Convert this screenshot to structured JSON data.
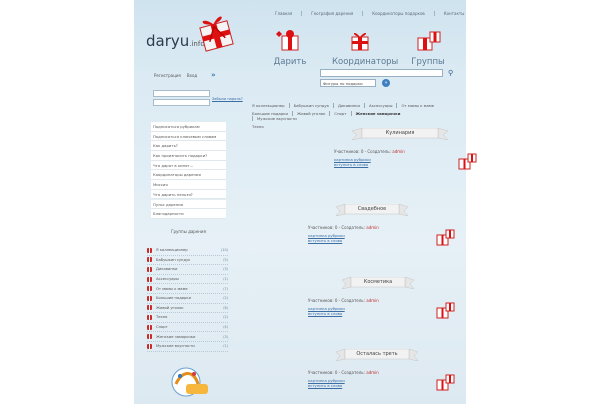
{
  "topnav": [
    "Главная",
    "География дарения",
    "Координаторы подарков",
    "Контакты"
  ],
  "logo": {
    "main": "daryu",
    "suffix": ".info"
  },
  "categories": [
    {
      "label": "Дарить",
      "icon": "gift-heart-icon"
    },
    {
      "label": "Координаторы",
      "icon": "gift-people-icon"
    },
    {
      "label": "Группы",
      "icon": "gift-group-icon"
    }
  ],
  "login": {
    "register": "Регистрация",
    "enter": "Вход",
    "forgot": "Забыли пароль?"
  },
  "search": {
    "select_label": "Фигуры по подарки",
    "go_label": "»"
  },
  "menu": [
    "Подписаться рубрикам",
    "Подписаться ключевым словам",
    "Как дарить?",
    "Как произносить подарки?",
    "Что дарят в кипят...",
    "Координаторы дарения",
    "Миссия",
    "Что дарить нельзя?",
    "Пульс дарения",
    "Благодарности"
  ],
  "groups_title": "Группы дарения",
  "groups": [
    {
      "label": "Я коллекционер",
      "count": "(10)"
    },
    {
      "label": "Бабушкин сундук",
      "count": "(5)"
    },
    {
      "label": "Диковинки",
      "count": "(3)"
    },
    {
      "label": "Аксессуары",
      "count": "(1)"
    },
    {
      "label": "От мамы к маме",
      "count": "(7)"
    },
    {
      "label": "Большие подарки",
      "count": "(2)"
    },
    {
      "label": "Живой уголок",
      "count": "(6)"
    },
    {
      "label": "Техно",
      "count": "(2)"
    },
    {
      "label": "Спорт",
      "count": "(4)"
    },
    {
      "label": "Женские заморочки",
      "count": "(3)"
    },
    {
      "label": "Мужские вкусности",
      "count": "(1)"
    }
  ],
  "tags": [
    [
      "Я коллекционер",
      "Бабушкин сундук",
      "Диковинки",
      "Аксессуары",
      "От мамы к маме"
    ],
    [
      "Большие подарки",
      "Живой уголок",
      "Спорт",
      "Женские заморочки",
      "Мужские вкусности"
    ],
    [
      "Техно"
    ]
  ],
  "cards": [
    {
      "title": "Кулинария",
      "info": "Участников: 0 - Создатель: ",
      "admin": "admin",
      "link1": "картинка рубрики",
      "link2": "вступить в слово"
    },
    {
      "title": "Свадебное",
      "info": "Участников: 0 - Создатель: ",
      "admin": "admin",
      "link1": "картинка рубрики",
      "link2": "вступить в слово"
    },
    {
      "title": "Косметика",
      "info": "Участников: 0 - Создатель: ",
      "admin": "admin",
      "link1": "картинка рубрики",
      "link2": "вступить в слово"
    },
    {
      "title": "Осталась треть",
      "info": "Участников: 0 - Создатель: ",
      "admin": "admin",
      "link1": "картинка рубрики",
      "link2": "вступить в слово"
    }
  ],
  "colors": {
    "accent": "#c92a2a",
    "link": "#3a6ea5",
    "background": "#dbeaf3"
  }
}
